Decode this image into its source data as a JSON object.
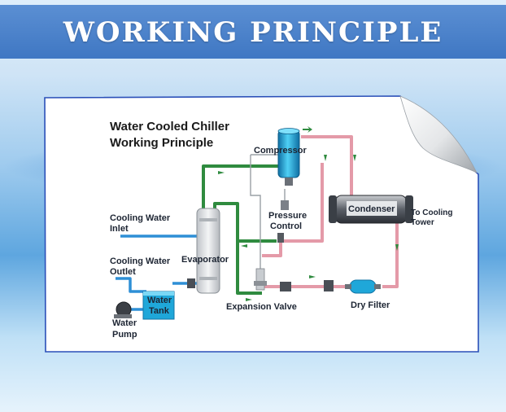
{
  "banner": {
    "title": "WORKING PRINCIPLE"
  },
  "diagram": {
    "title_line1": "Water Cooled Chiller",
    "title_line2": "Working Principle",
    "labels": {
      "compressor": "Compressor",
      "pressure_control_1": "Pressure",
      "pressure_control_2": "Control",
      "condenser": "Condenser",
      "to_cooling_tower_1": "To Cooling",
      "to_cooling_tower_2": "Tower",
      "cooling_water_inlet_1": "Cooling Water",
      "cooling_water_inlet_2": "Inlet",
      "cooling_water_outlet_1": "Cooling Water",
      "cooling_water_outlet_2": "Outlet",
      "evaporator": "Evaporator",
      "water_tank_1": "Water",
      "water_tank_2": "Tank",
      "water_pump_1": "Water",
      "water_pump_2": "Pump",
      "expansion_valve": "Expansion Valve",
      "dry_filter": "Dry Filter"
    },
    "colors": {
      "refrigerant_hot": "#e49aa8",
      "refrigerant_cold": "#2f8b3f",
      "water_line": "#2e8fd6",
      "component_cyan": "#1fa7d9",
      "condenser_dark": "#3a3f46"
    }
  }
}
